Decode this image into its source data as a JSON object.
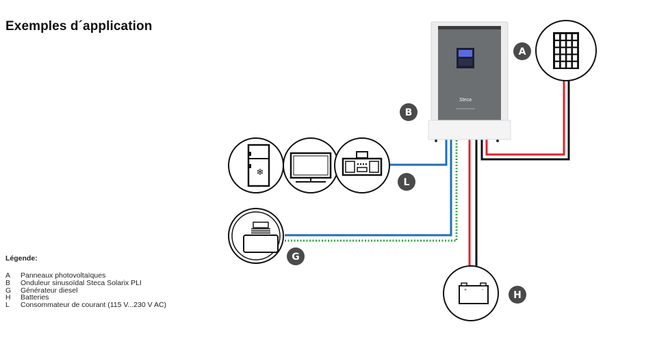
{
  "title": "Exemples d´application",
  "legend": {
    "title": "Légende:",
    "items": [
      {
        "key": "A",
        "label": "Panneaux photovoltaïques"
      },
      {
        "key": "B",
        "label": "Onduleur sinusoïdal Steca Solarix PLI"
      },
      {
        "key": "G",
        "label": "Générateur diesel"
      },
      {
        "key": "H",
        "label": "Batteries"
      },
      {
        "key": "L",
        "label": "Consommateur de courant (115 V...230 V AC)"
      }
    ]
  },
  "diagram": {
    "components": [
      {
        "id": "A",
        "icon": "solar-panel-icon"
      },
      {
        "id": "B",
        "icon": "inverter-icon",
        "brand": "Steca"
      },
      {
        "id": "G",
        "icon": "diesel-generator-icon"
      },
      {
        "id": "H",
        "icon": "battery-icon",
        "terminals": [
          "+",
          "-"
        ]
      },
      {
        "id": "L",
        "icons": [
          "fridge-icon",
          "tv-icon",
          "radio-icon"
        ]
      }
    ],
    "badges": {
      "A": "A",
      "B": "B",
      "G": "G",
      "H": "H",
      "L": "L"
    },
    "colors": {
      "ac_wire": "#1f6fb5",
      "dc_positive": "#e2232a",
      "dc_negative": "#111111",
      "generator_wire": "#2aa83a",
      "badge": "#4a4a4a"
    }
  }
}
